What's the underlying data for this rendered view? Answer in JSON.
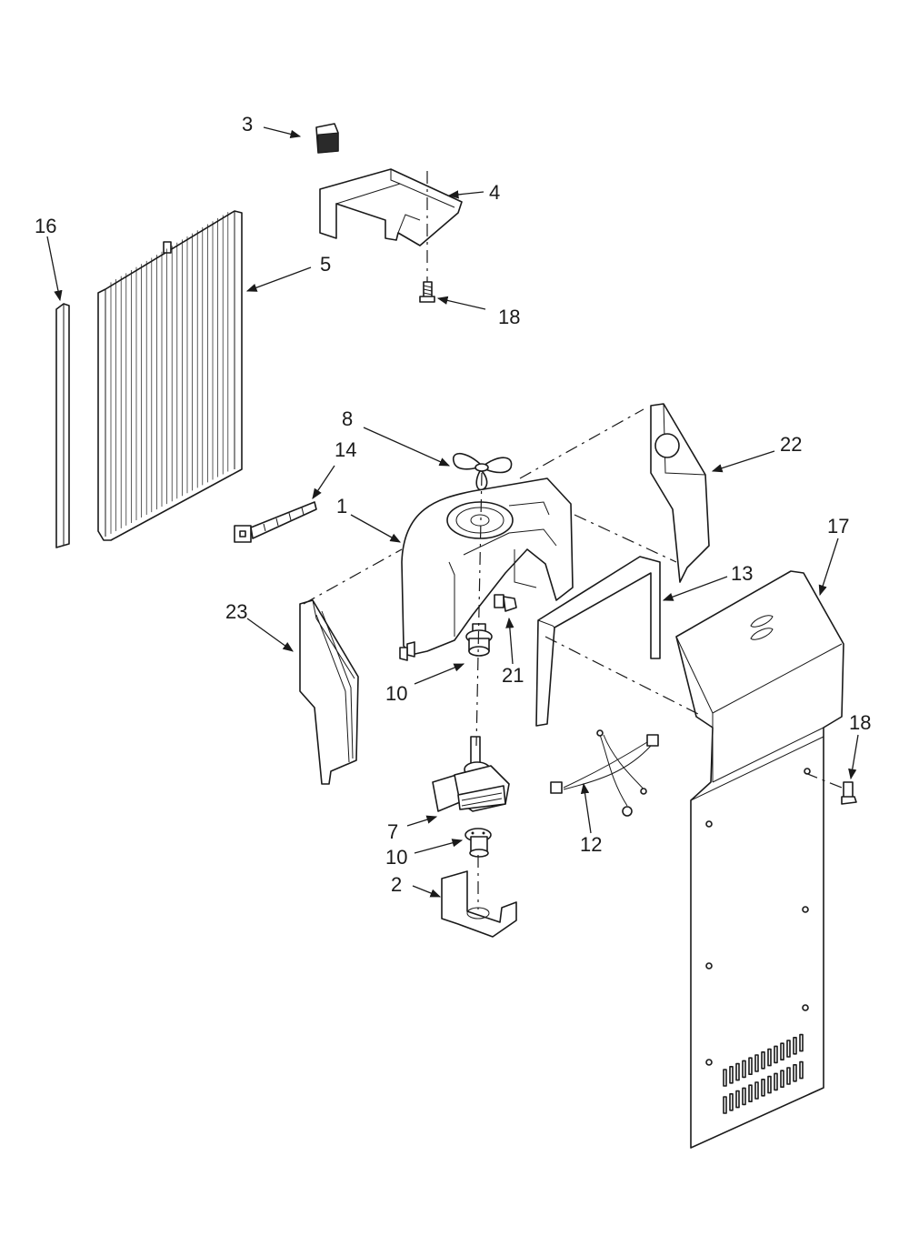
{
  "callouts": [
    {
      "id": "3",
      "text": "3"
    },
    {
      "id": "4",
      "text": "4"
    },
    {
      "id": "16",
      "text": "16"
    },
    {
      "id": "5",
      "text": "5"
    },
    {
      "id": "18a",
      "text": "18"
    },
    {
      "id": "8",
      "text": "8"
    },
    {
      "id": "22",
      "text": "22"
    },
    {
      "id": "14",
      "text": "14"
    },
    {
      "id": "1",
      "text": "1"
    },
    {
      "id": "17",
      "text": "17"
    },
    {
      "id": "13",
      "text": "13"
    },
    {
      "id": "23",
      "text": "23"
    },
    {
      "id": "21",
      "text": "21"
    },
    {
      "id": "10a",
      "text": "10"
    },
    {
      "id": "18b",
      "text": "18"
    },
    {
      "id": "7",
      "text": "7"
    },
    {
      "id": "12",
      "text": "12"
    },
    {
      "id": "10b",
      "text": "10"
    },
    {
      "id": "2",
      "text": "2"
    }
  ],
  "colors": {
    "line": "#1a1a1a",
    "background": "#ffffff"
  }
}
